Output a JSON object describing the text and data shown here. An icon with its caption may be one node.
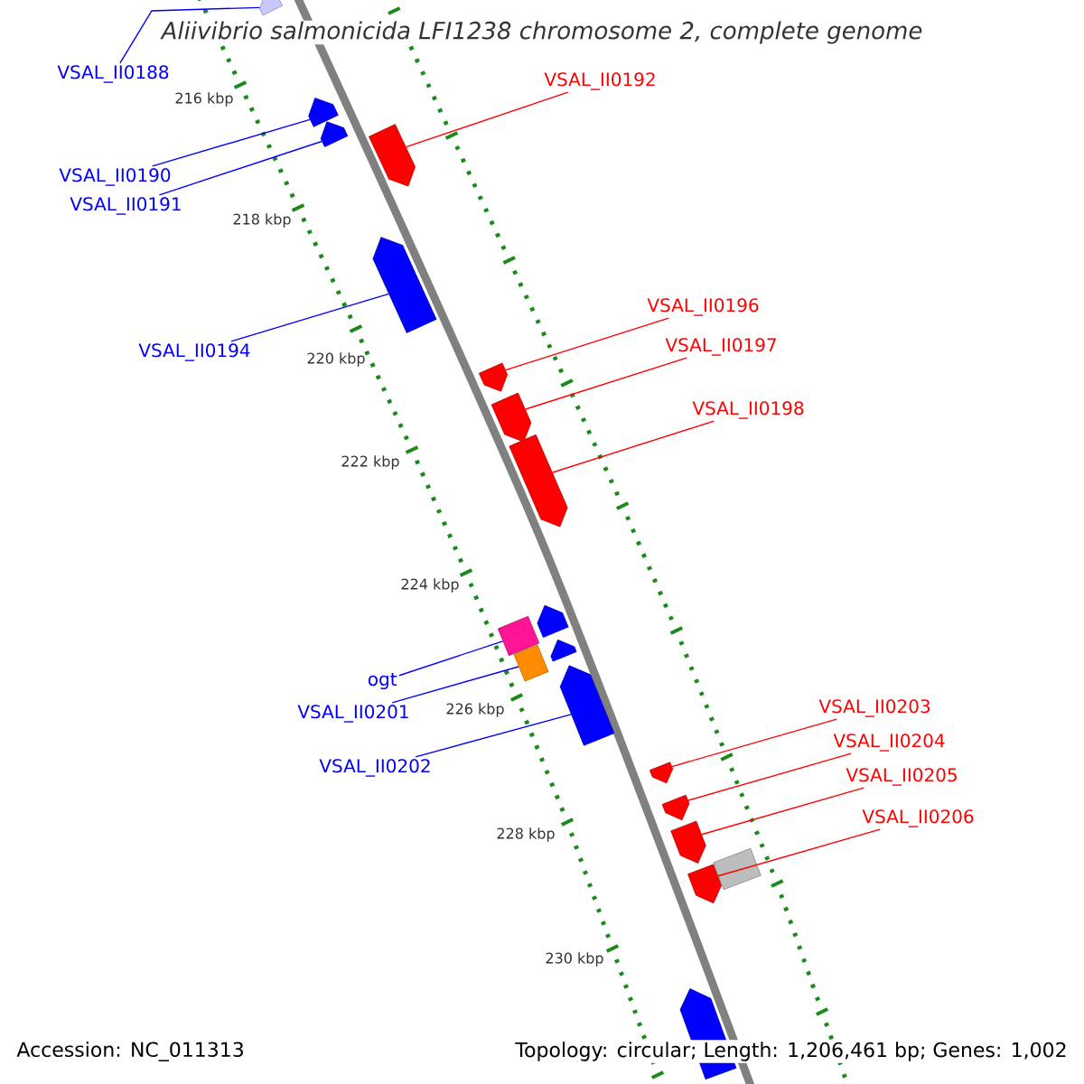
{
  "diagram": {
    "title": "Aliivibrio salmonicida LFI1238 chromosome 2, complete genome",
    "nodes": [
      {
        "text": [
          "VSAL_II0188"
        ]
      },
      {
        "text": [],
        "shape": "arrow"
      },
      {
        "text": [
          "VSAL_II0192"
        ]
      },
      {
        "text": [],
        "shape": "arrow"
      },
      {
        "text": [],
        "shape": "arrow"
      },
      {
        "text": [
          "VSAL_II0190"
        ]
      },
      {
        "text": [],
        "shape": "arrow"
      },
      {
        "text": [
          "VSAL_II0191"
        ]
      },
      {
        "text": [],
        "shape": "arrow"
      },
      {
        "text": [
          "VSAL_II0194"
        ]
      },
      {
        "text": [
          "VSAL_II0196"
        ]
      },
      {
        "text": [
          "VSAL_II0197"
        ]
      },
      {
        "text": [],
        "shape": "arrow"
      },
      {
        "text": [
          "VSAL_II0198"
        ]
      },
      {
        "text": [],
        "shape": "arrow"
      },
      {
        "text": [],
        "shape": "arrow"
      },
      {
        "text": [],
        "shape": "box"
      },
      {
        "text": [],
        "shape": "arrow"
      },
      {
        "text": [],
        "shape": "arrow"
      },
      {
        "text": [
          "ogt"
        ]
      },
      {
        "text": [],
        "shape": "box"
      },
      {
        "text": [
          "VSAL_II0201"
        ]
      },
      {
        "text": [],
        "shape": "arrow"
      },
      {
        "text": [
          "VSAL_II0202"
        ]
      },
      {
        "text": [
          "VSAL_II0203"
        ]
      },
      {
        "text": [
          "VSAL_II0204"
        ]
      },
      {
        "text": [],
        "shape": "arrow"
      },
      {
        "text": [
          "VSAL_II0205"
        ]
      },
      {
        "text": [],
        "shape": "arrow"
      },
      {
        "text": [
          "VSAL_II0206"
        ]
      },
      {
        "text": [],
        "shape": "arrow"
      },
      {
        "text": [],
        "shape": "box"
      },
      {
        "text": [],
        "shape": "arrow"
      },
      {
        "text": [],
        "shape": "arrow"
      }
    ],
    "edges": [
      {
        "from": 0,
        "to": 1,
        "arrow": "none",
        "color": "#0000ff"
      },
      {
        "from": 2,
        "to": 3,
        "arrow": "none"
      },
      {
        "from": 5,
        "to": 4,
        "arrow": "none",
        "color": "#0000ff"
      },
      {
        "from": 7,
        "to": 6,
        "arrow": "none",
        "color": "#0000ff"
      },
      {
        "from": 9,
        "to": 8,
        "arrow": "none",
        "color": "#0000ff"
      },
      {
        "from": 10,
        "to": 12,
        "arrow": "none"
      },
      {
        "from": 11,
        "to": 14,
        "arrow": "none"
      },
      {
        "from": 13,
        "to": 15,
        "arrow": "none"
      },
      {
        "from": 19,
        "to": 16,
        "arrow": "none",
        "color": "#0000ff"
      },
      {
        "from": 21,
        "to": 20,
        "arrow": "none",
        "color": "#0000ff"
      },
      {
        "from": 23,
        "to": 22,
        "arrow": "none",
        "color": "#0000ff"
      },
      {
        "from": 24,
        "to": 26,
        "arrow": "none"
      },
      {
        "from": 25,
        "to": 28,
        "arrow": "none"
      },
      {
        "from": 27,
        "to": 30,
        "arrow": "none"
      },
      {
        "from": 29,
        "to": 32,
        "arrow": "none"
      }
    ],
    "labels": [
      "216 kbp",
      "218 kbp",
      "220 kbp",
      "222 kbp",
      "224 kbp",
      "226 kbp",
      "228 kbp",
      "230 kbp",
      "Accession: NC_011313",
      "Topology: circular; Length: 1,206,461 bp; Genes: 1,002"
    ]
  }
}
